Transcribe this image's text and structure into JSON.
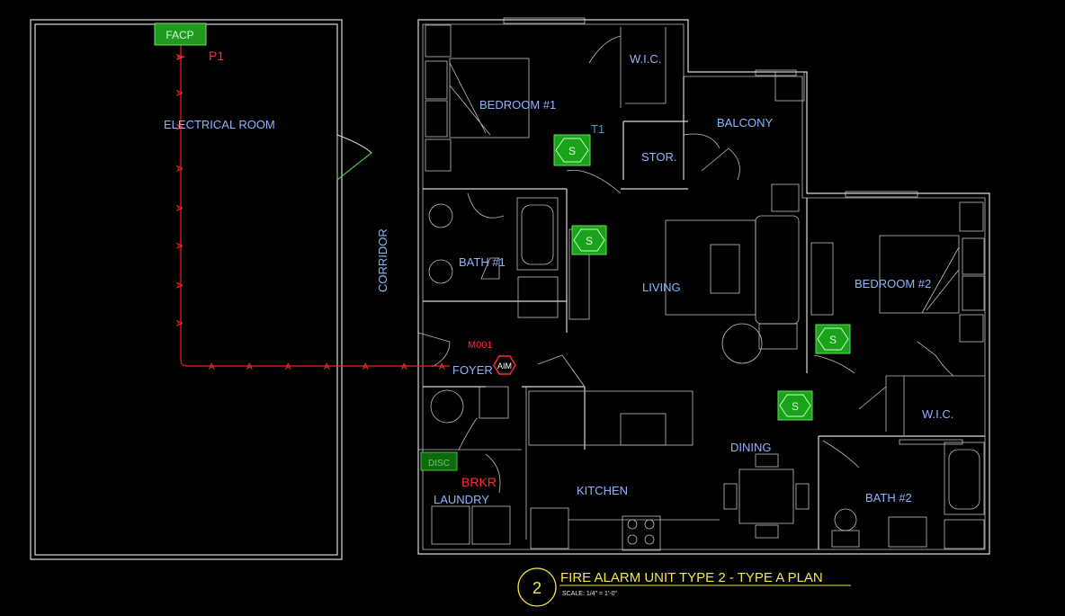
{
  "rooms": {
    "electrical_room": "ELECTRICAL ROOM",
    "corridor": "CORRIDOR",
    "bedroom1": "BEDROOM #1",
    "wic1": "W.I.C.",
    "balcony": "BALCONY",
    "stor": "STOR.",
    "bath1": "BATH #1",
    "living": "LIVING",
    "bedroom2": "BEDROOM #2",
    "foyer": "FOYER",
    "wic2": "W.I.C.",
    "dining": "DINING",
    "kitchen": "KITCHEN",
    "laundry": "LAUNDRY",
    "bath2": "BATH #2"
  },
  "devices": {
    "facp": "FACP",
    "panel_tag": "P1",
    "thermostat_tag": "T1",
    "module_tag": "M001",
    "aim": "AIM",
    "disc": "DISC",
    "breaker": "BRKR",
    "smoke": "S",
    "wire_marker": "A"
  },
  "title_block": {
    "number": "2",
    "title": "FIRE ALARM UNIT TYPE 2 - TYPE A PLAN",
    "scale": "SCALE: 1/4\" = 1'-0\""
  },
  "colors": {
    "background": "#000000",
    "walls": "#d8d8d8",
    "room_labels": "#8fb4ff",
    "fire_alarm_red": "#ff1a1a",
    "smoke_detector": "#1aa31a",
    "title": "#f5e64a"
  }
}
